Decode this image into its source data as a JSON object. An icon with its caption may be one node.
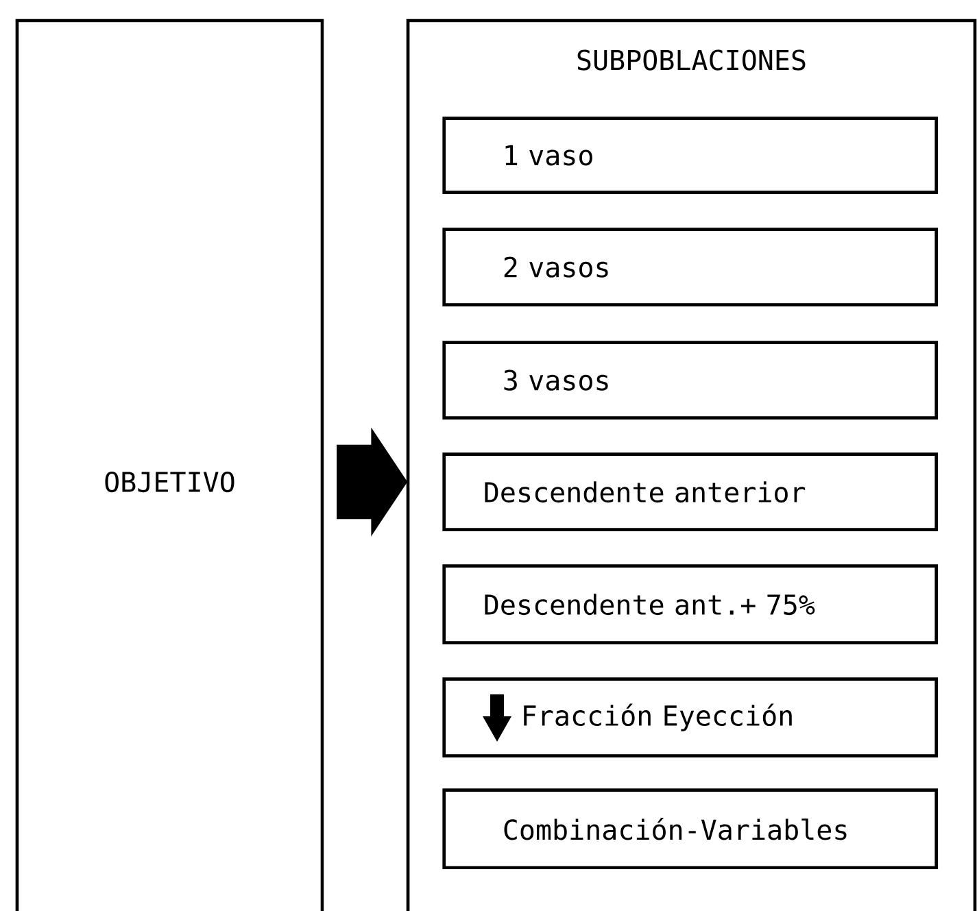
{
  "diagram": {
    "nodes": [
      {
        "text": [
          "OBJETIVO"
        ]
      },
      {
        "text": [
          "SUBPOBLACIONES"
        ]
      },
      {
        "text": [
          "1 vaso"
        ],
        "in": 1
      },
      {
        "text": [
          "2 vasos"
        ],
        "in": 1
      },
      {
        "text": [
          "3 vasos"
        ],
        "in": 1
      },
      {
        "text": [
          "Descendente anterior"
        ],
        "in": 1
      },
      {
        "text": [
          "Descendente ant.+ 75%"
        ],
        "in": 1
      },
      {
        "text": [
          "Fracción Eyección"
        ],
        "in": 1
      },
      {
        "text": [
          "Combinación-Variables"
        ],
        "in": 1
      }
    ],
    "edges": [
      {
        "from": 0,
        "to": 1,
        "arrow": "to",
        "style": "thick"
      }
    ]
  }
}
